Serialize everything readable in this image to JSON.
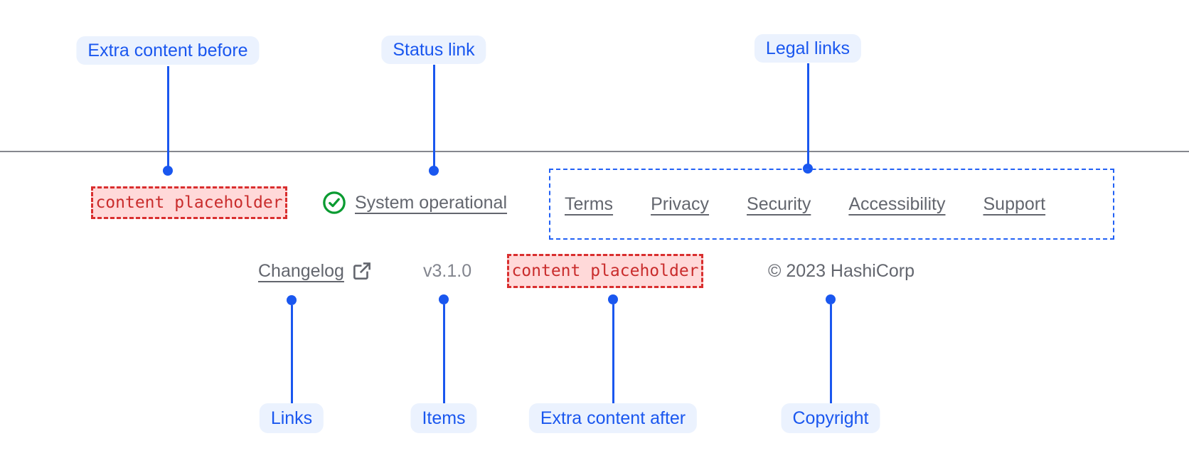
{
  "annotations": {
    "extra_content_before": "Extra content before",
    "status_link": "Status link",
    "legal_links": "Legal links",
    "links": "Links",
    "items": "Items",
    "extra_content_after": "Extra content after",
    "copyright": "Copyright"
  },
  "footer": {
    "extra_before": {
      "text": "content placeholder"
    },
    "status": {
      "label": "System operational",
      "icon": "check-circle-icon"
    },
    "legal_links": [
      "Terms",
      "Privacy",
      "Security",
      "Accessibility",
      "Support"
    ],
    "links": [
      {
        "label": "Changelog",
        "icon": "external-link-icon"
      }
    ],
    "items": [
      "v3.1.0"
    ],
    "extra_after": {
      "text": "content placeholder"
    },
    "copyright": "© 2023 HashiCorp"
  },
  "colors": {
    "annotation-blue": "#1a57ef",
    "annotation-bg": "#ebf2fe",
    "placeholder-red": "#c92c2c",
    "placeholder-bg": "#ffd9d9",
    "placeholder-border": "#d92f2f",
    "legal-border-blue": "#2261f5",
    "link-gray": "#63666e",
    "muted-gray": "#82858e",
    "success-green": "#0a9b31",
    "divider-gray": "#85878e"
  }
}
